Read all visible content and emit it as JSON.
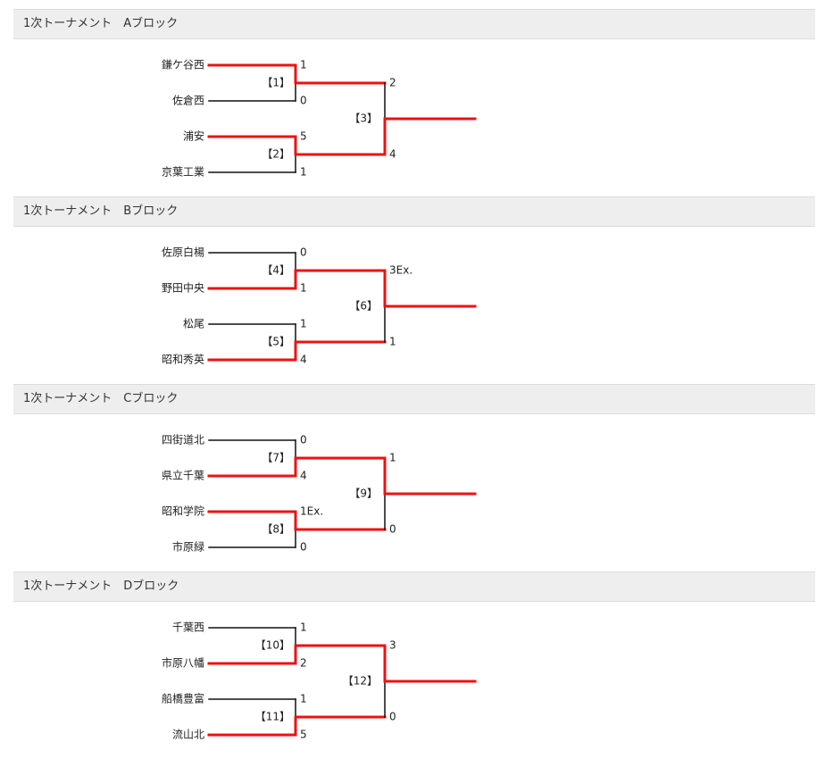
{
  "colors": {
    "winner_line": "#ee1111",
    "loser_line": "#111111",
    "header_bg": "#eeeeee"
  },
  "blocks": [
    {
      "title": "1次トーナメント　Aブロック",
      "teams": [
        "鎌ケ谷西",
        "佐倉西",
        "浦安",
        "京葉工業"
      ],
      "match1": {
        "label": "【1】",
        "score_top": "1",
        "score_bottom": "0",
        "winner": "top"
      },
      "match2": {
        "label": "【2】",
        "score_top": "5",
        "score_bottom": "1",
        "winner": "top"
      },
      "final": {
        "label": "【3】",
        "score_top": "2",
        "score_bottom": "4",
        "winner": "bottom"
      }
    },
    {
      "title": "1次トーナメント　Bブロック",
      "teams": [
        "佐原白楊",
        "野田中央",
        "松尾",
        "昭和秀英"
      ],
      "match1": {
        "label": "【4】",
        "score_top": "0",
        "score_bottom": "1",
        "winner": "bottom"
      },
      "match2": {
        "label": "【5】",
        "score_top": "1",
        "score_bottom": "4",
        "winner": "bottom"
      },
      "final": {
        "label": "【6】",
        "score_top": "3Ex.",
        "score_bottom": "1",
        "winner": "top"
      }
    },
    {
      "title": "1次トーナメント　Cブロック",
      "teams": [
        "四街道北",
        "県立千葉",
        "昭和学院",
        "市原緑"
      ],
      "match1": {
        "label": "【7】",
        "score_top": "0",
        "score_bottom": "4",
        "winner": "bottom"
      },
      "match2": {
        "label": "【8】",
        "score_top": "1Ex.",
        "score_bottom": "0",
        "winner": "top"
      },
      "final": {
        "label": "【9】",
        "score_top": "1",
        "score_bottom": "0",
        "winner": "top"
      }
    },
    {
      "title": "1次トーナメント　Dブロック",
      "teams": [
        "千葉西",
        "市原八幡",
        "船橋豊富",
        "流山北"
      ],
      "match1": {
        "label": "【10】",
        "score_top": "1",
        "score_bottom": "2",
        "winner": "bottom"
      },
      "match2": {
        "label": "【11】",
        "score_top": "1",
        "score_bottom": "5",
        "winner": "bottom"
      },
      "final": {
        "label": "【12】",
        "score_top": "3",
        "score_bottom": "0",
        "winner": "top"
      }
    }
  ]
}
